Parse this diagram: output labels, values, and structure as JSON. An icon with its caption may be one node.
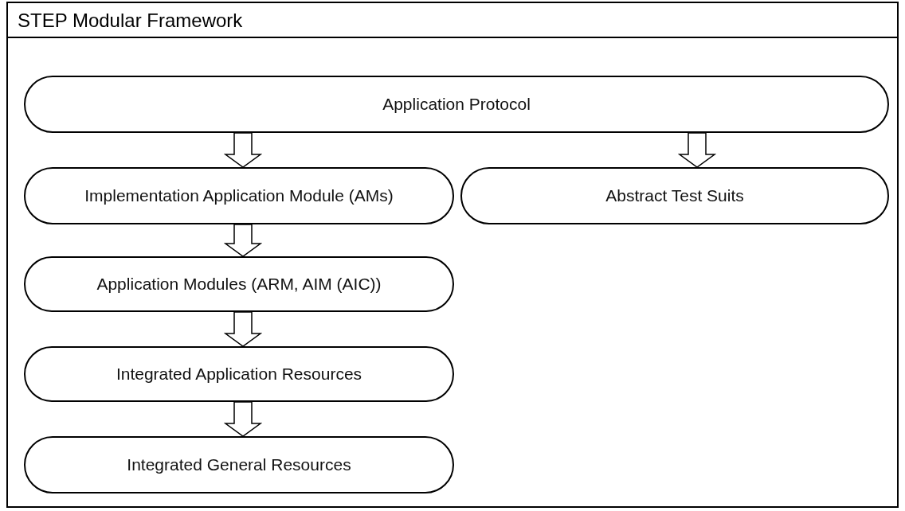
{
  "diagram": {
    "nodes": [
      {
        "text": [
          "STEP Modular Framework"
        ]
      },
      {
        "text": [
          "Application Protocol"
        ],
        "in": 0
      },
      {
        "text": [
          "Implementation Application Module (AMs)"
        ],
        "in": 0
      },
      {
        "text": [
          "Abstract Test Suits"
        ],
        "in": 0
      },
      {
        "text": [
          "Application Modules (ARM, AIM (AIC))"
        ],
        "in": 0
      },
      {
        "text": [
          "Integrated Application Resources"
        ],
        "in": 0
      },
      {
        "text": [
          "Integrated General Resources"
        ],
        "in": 0
      }
    ],
    "edges": [
      {
        "from": 1,
        "to": 2,
        "arrow": "to"
      },
      {
        "from": 1,
        "to": 3,
        "arrow": "to"
      },
      {
        "from": 2,
        "to": 4,
        "arrow": "to"
      },
      {
        "from": 4,
        "to": 5,
        "arrow": "to"
      },
      {
        "from": 5,
        "to": 6,
        "arrow": "to"
      }
    ]
  }
}
